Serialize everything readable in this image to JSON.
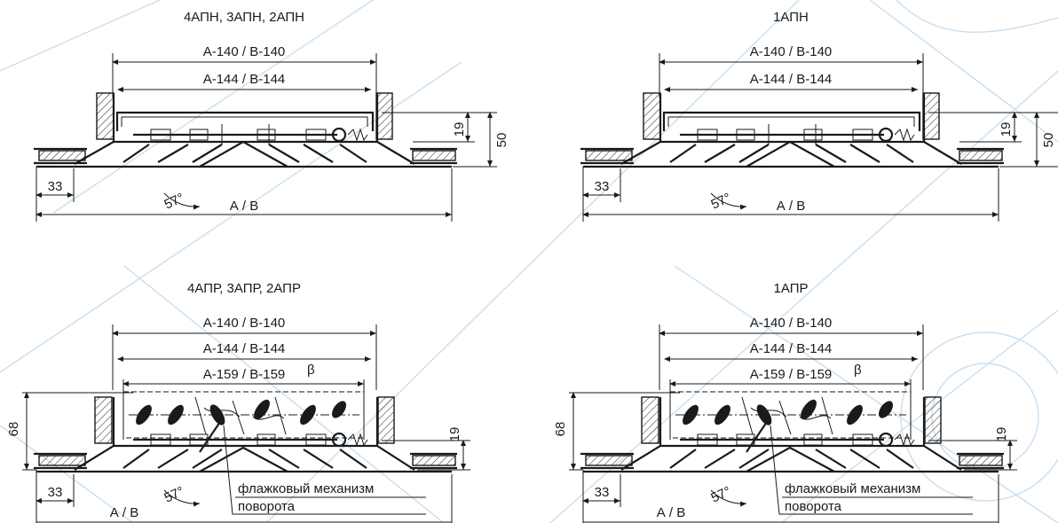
{
  "drawings": [
    {
      "title": "4АПН, 3АПН, 2АПН",
      "dim_outer": "А-140 / В-140",
      "dim_inner": "А-144 / В-144",
      "dim_bottom": "А / В",
      "dim_side": "33",
      "dim_h1": "19",
      "dim_h2": "50",
      "angle": "57°"
    },
    {
      "title": "1АПН",
      "dim_outer": "А-140 / В-140",
      "dim_inner": "А-144 / В-144",
      "dim_bottom": "А / В",
      "dim_side": "33",
      "dim_h1": "19",
      "dim_h2": "50",
      "angle": "57°"
    },
    {
      "title": "4АПР, 3АПР, 2АПР",
      "dim_outer": "А-140 / В-140",
      "dim_inner": "А-144 / В-144",
      "dim_flag": "А-159 / В-159",
      "beta": "β",
      "dim_bottom": "А / В",
      "dim_side": "33",
      "dim_h1": "19",
      "dim_h3": "68",
      "angle": "57°",
      "callout_1": "флажковый механизм",
      "callout_2": "поворота"
    },
    {
      "title": "1АПР",
      "dim_outer": "А-140 / В-140",
      "dim_inner": "А-144 / В-144",
      "dim_flag": "А-159 / В-159",
      "beta": "β",
      "dim_bottom": "А / В",
      "dim_side": "33",
      "dim_h1": "19",
      "dim_h3": "68",
      "angle": "57°",
      "callout_1": "флажковый механизм",
      "callout_2": "поворота"
    }
  ]
}
